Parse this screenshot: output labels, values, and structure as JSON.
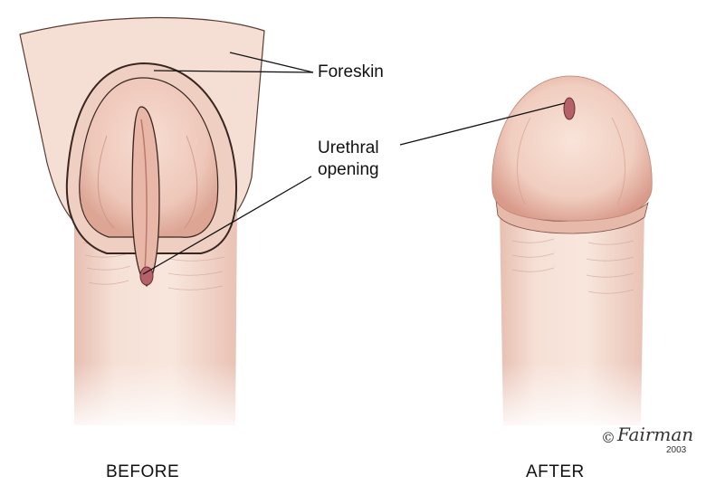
{
  "labels": {
    "foreskin": "Foreskin",
    "urethral_line1": "Urethral",
    "urethral_line2": "opening"
  },
  "captions": {
    "before": "BEFORE",
    "after": "AFTER"
  },
  "signature": {
    "symbol": "©",
    "name": "Fairman",
    "year": "2003"
  },
  "colors": {
    "skin": "#f3d7cb",
    "skin_light": "#f8e6dd",
    "skin_shadow": "#e2b3a3",
    "glans_shadow": "#d9998a",
    "outline": "#3a2620",
    "opening": "#b5616a",
    "leader_line": "#111111"
  }
}
